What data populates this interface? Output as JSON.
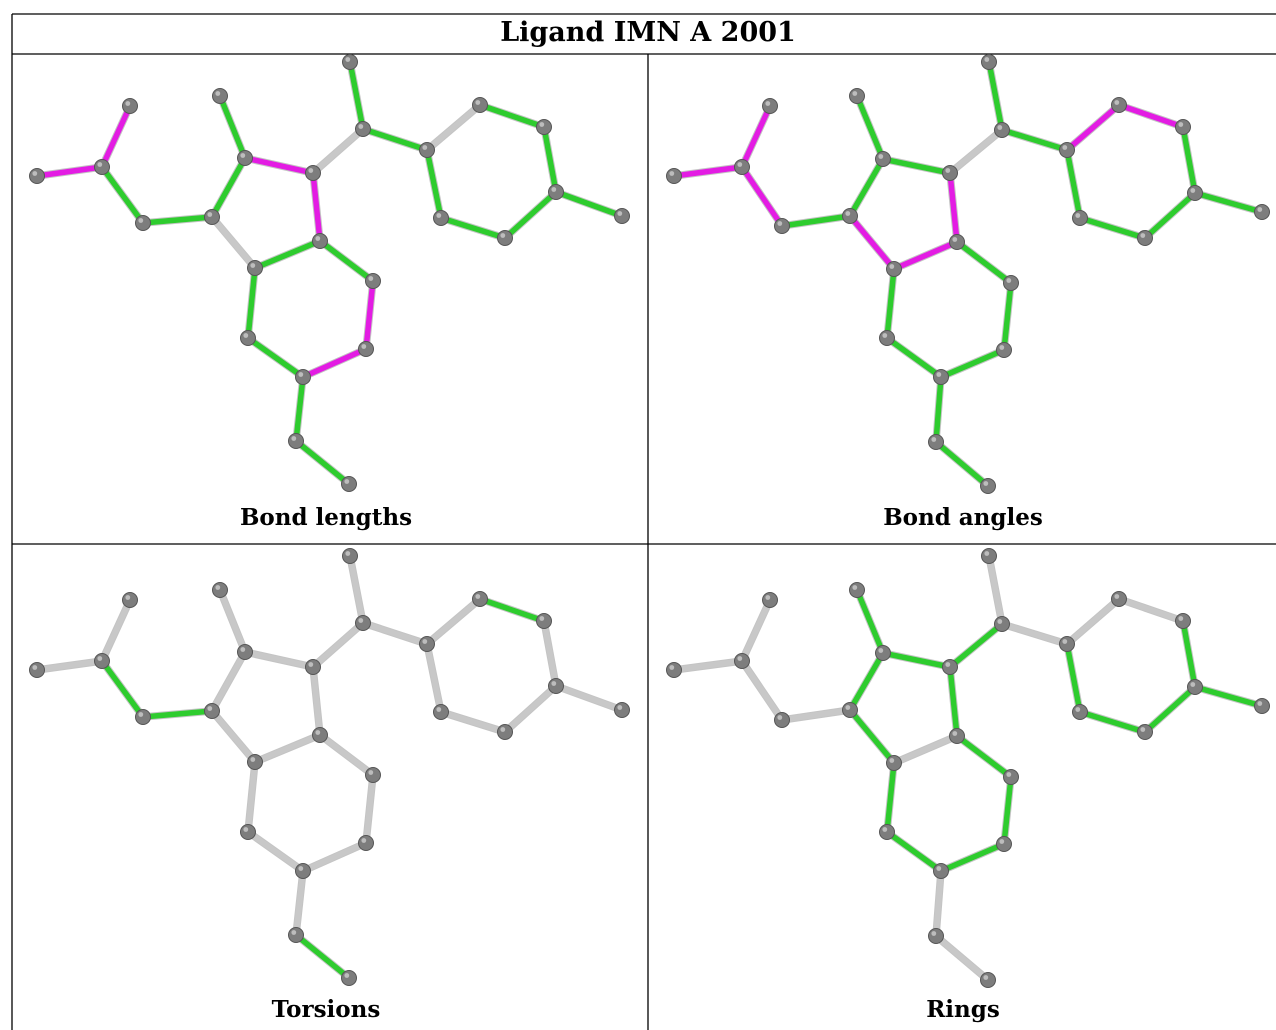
{
  "title": "Ligand IMN A 2001",
  "colors": {
    "outlier": "#e31ce3",
    "ok": "#2ecc2e",
    "neutral": "#c8c8c8",
    "atom": "#7d7d7d",
    "grid": "#000000"
  },
  "atoms": [
    {
      "id": "C1"
    },
    {
      "id": "C2"
    },
    {
      "id": "C3"
    },
    {
      "id": "C4"
    },
    {
      "id": "C5"
    },
    {
      "id": "C6"
    },
    {
      "id": "C7"
    },
    {
      "id": "N8"
    },
    {
      "id": "C9"
    },
    {
      "id": "C10"
    },
    {
      "id": "C11"
    },
    {
      "id": "C12"
    },
    {
      "id": "C13"
    },
    {
      "id": "C14"
    },
    {
      "id": "C15"
    },
    {
      "id": "C16"
    },
    {
      "id": "C17"
    },
    {
      "id": "C18"
    },
    {
      "id": "C19"
    },
    {
      "id": "C20"
    },
    {
      "id": "C21"
    },
    {
      "id": "C22"
    },
    {
      "id": "C23"
    },
    {
      "id": "C24"
    },
    {
      "id": "C25"
    }
  ],
  "panels": [
    {
      "name": "bond-lengths",
      "label": "Bond lengths",
      "bond_status": [
        "outlier",
        "outlier",
        "ok",
        "ok",
        "ok",
        "ok",
        "outlier",
        "outlier",
        "neutral",
        "neutral",
        "ok",
        "ok",
        "outlier",
        "outlier",
        "ok",
        "ok",
        "ok",
        "ok",
        "ok",
        "ok",
        "neutral",
        "ok",
        "ok",
        "ok",
        "ok",
        "ok",
        "ok",
        "ok",
        "ok"
      ]
    },
    {
      "name": "bond-angles",
      "label": "Bond angles",
      "bond_status": [
        "outlier",
        "outlier",
        "outlier",
        "ok",
        "ok",
        "ok",
        "ok",
        "neutral",
        "outlier",
        "outlier",
        "outlier",
        "ok",
        "ok",
        "ok",
        "ok",
        "ok",
        "ok",
        "ok",
        "ok",
        "ok",
        "outlier",
        "outlier",
        "ok",
        "ok",
        "ok",
        "ok",
        "ok",
        "ok",
        "ok"
      ]
    },
    {
      "name": "torsions",
      "label": "Torsions",
      "bond_status": [
        "neutral",
        "neutral",
        "ok",
        "ok",
        "neutral",
        "neutral",
        "neutral",
        "neutral",
        "neutral",
        "neutral",
        "neutral",
        "neutral",
        "neutral",
        "neutral",
        "neutral",
        "neutral",
        "neutral",
        "ok",
        "neutral",
        "neutral",
        "neutral",
        "ok",
        "neutral",
        "neutral",
        "neutral",
        "neutral",
        "neutral",
        "neutral",
        "neutral"
      ]
    },
    {
      "name": "rings",
      "label": "Rings",
      "bond_status": [
        "neutral",
        "neutral",
        "neutral",
        "neutral",
        "ok",
        "ok",
        "ok",
        "ok",
        "ok",
        "neutral",
        "ok",
        "ok",
        "ok",
        "ok",
        "ok",
        "ok",
        "neutral",
        "neutral",
        "neutral",
        "neutral",
        "neutral",
        "neutral",
        "ok",
        "ok",
        "ok",
        "ok",
        "ok",
        "ok",
        "neutral"
      ]
    }
  ]
}
